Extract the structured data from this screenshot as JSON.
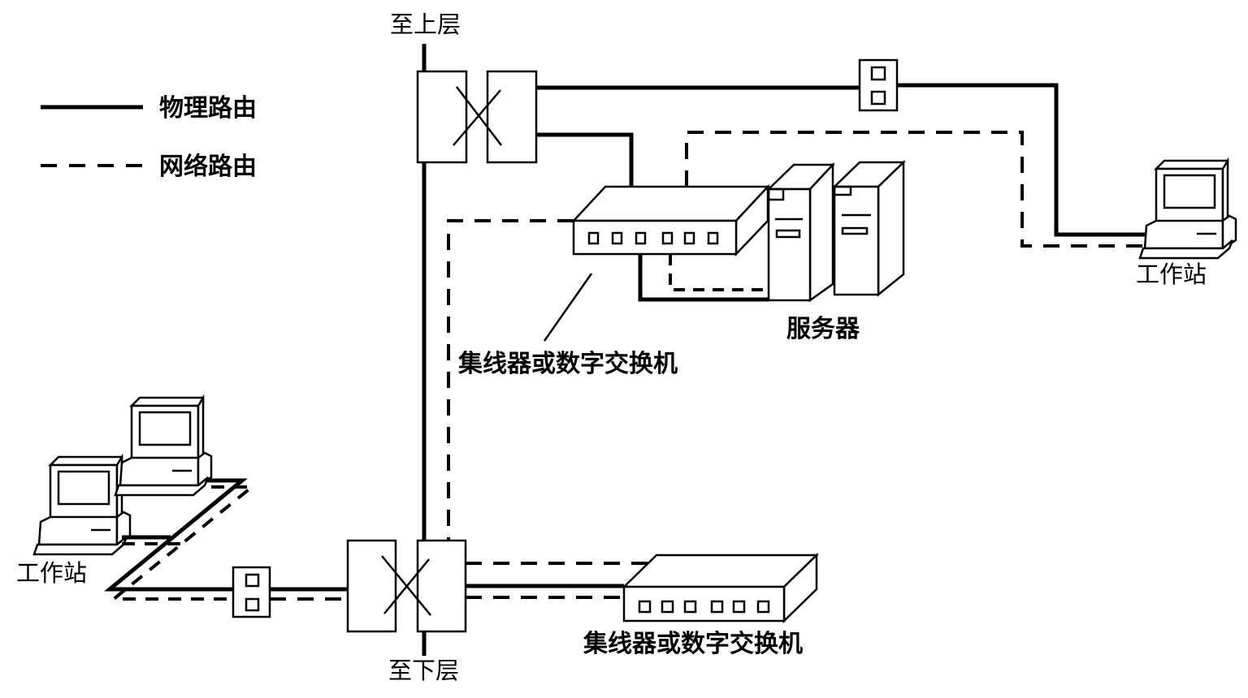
{
  "legend": {
    "physical_route": "物理路由",
    "network_route": "网络路由"
  },
  "labels": {
    "to_upper_floor": "至上层",
    "to_lower_floor": "至下层",
    "servers": "服务器",
    "hub_switch_top": "集线器或数字交换机",
    "hub_switch_bottom": "集线器或数字交换机",
    "workstation_right": "工作站",
    "workstation_left": "工作站"
  },
  "components": {
    "hub_ports": 6,
    "servers_count": 2,
    "workstations_left_count": 2,
    "workstations_right_count": 1,
    "wall_outlets_count": 2,
    "patch_panels_count": 2
  }
}
